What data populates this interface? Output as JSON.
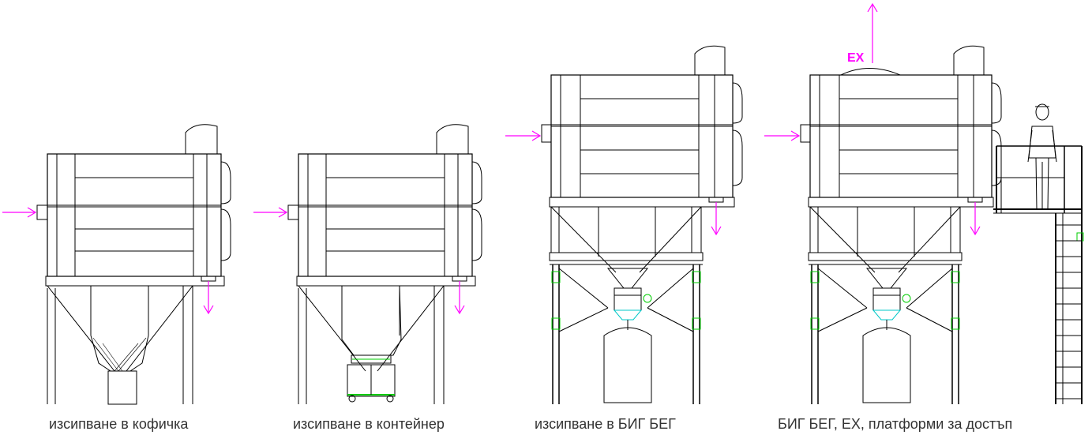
{
  "captions": {
    "variant1": "изсипване в кофичка",
    "variant2": "изсипване в контейнер",
    "variant3": "изсипване в БИГ БЕГ",
    "variant4": "БИГ БЕГ, ЕХ, платформи за достъп"
  },
  "labels": {
    "ex_marking": "EX"
  },
  "colors": {
    "line": "#000000",
    "flow_arrow": "#ff00ff",
    "fitting": "#00cc00",
    "valve": "#00c8c8",
    "caption": "#333333"
  }
}
